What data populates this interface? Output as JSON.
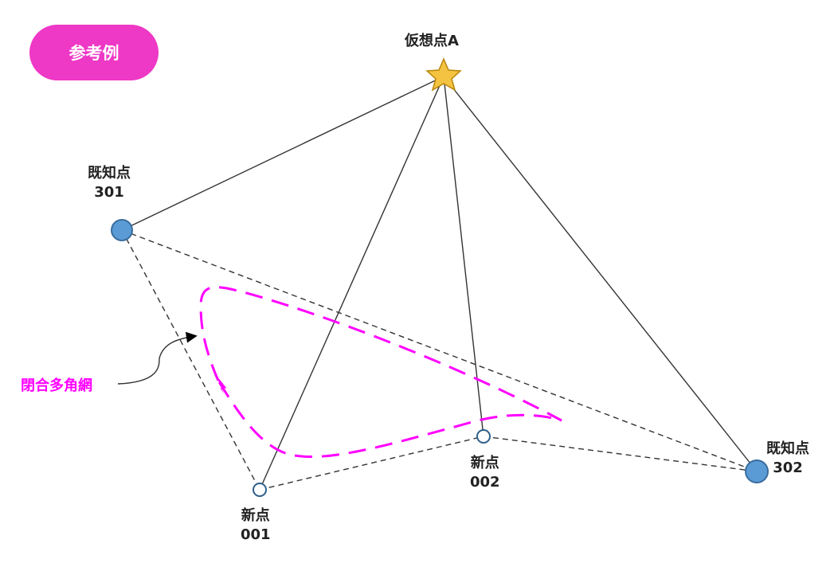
{
  "badge": {
    "label": "参考例"
  },
  "points": {
    "virtual_a": {
      "label": "仮想点A"
    },
    "known_301": {
      "label": "既知点",
      "number": "301"
    },
    "known_302": {
      "label": "既知点",
      "number": "302"
    },
    "new_001": {
      "label": "新点",
      "number": "001"
    },
    "new_002": {
      "label": "新点",
      "number": "002"
    }
  },
  "loop": {
    "label": "閉合多角網"
  },
  "colors": {
    "accent": "#ee38c6",
    "loop": "#ff00ff",
    "known_point": "#5b9bd5",
    "star": "#f5c342"
  }
}
